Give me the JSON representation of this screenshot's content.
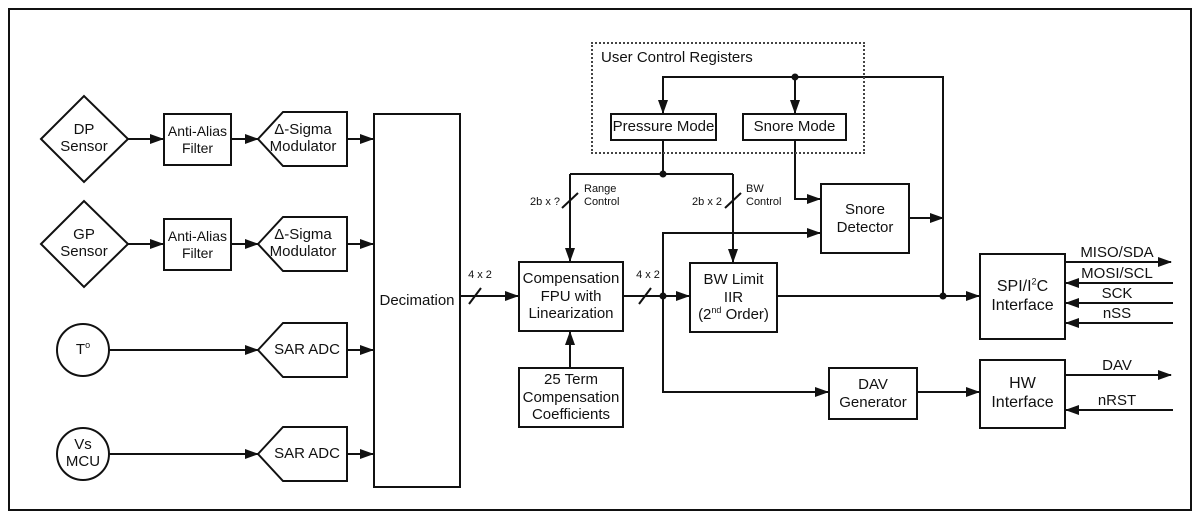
{
  "diagram": {
    "sources": {
      "dp": {
        "line1": "DP",
        "line2": "Sensor"
      },
      "gp": {
        "line1": "GP",
        "line2": "Sensor"
      },
      "temp": {
        "base": "T",
        "sup": "o"
      },
      "vs": {
        "line1": "Vs",
        "line2": "MCU"
      }
    },
    "blocks": {
      "anti_alias": {
        "line1": "Anti-Alias",
        "line2": "Filter"
      },
      "delta_sigma": {
        "line1": "Δ-Sigma",
        "line2": "Modulator"
      },
      "sar_adc": {
        "label": "SAR ADC"
      },
      "decimation": {
        "label": "Decimation"
      },
      "comp_fpu": {
        "line1": "Compensation",
        "line2": "FPU with",
        "line3": "Linearization"
      },
      "coeffs": {
        "line1": "25 Term",
        "line2": "Compensation",
        "line3": "Coefficients"
      },
      "bw_iir": {
        "line1": "BW Limit",
        "line2": "IIR",
        "line3_pre": "(2",
        "line3_sup": "nd",
        "line3_post": " Order)"
      },
      "snore_detector": {
        "line1": "Snore",
        "line2": "Detector"
      },
      "dav_generator": {
        "line1": "DAV",
        "line2": "Generator"
      },
      "spi_interface": {
        "line1_pre": "SPI/I",
        "line1_sup": "2",
        "line1_post": "C",
        "line2": "Interface"
      },
      "hw_interface": {
        "line1": "HW",
        "line2": "Interface"
      },
      "pressure_mode": {
        "label": "Pressure Mode"
      },
      "snore_mode": {
        "label": "Snore Mode"
      },
      "ucr": {
        "title": "User Control Registers"
      }
    },
    "bus_labels": {
      "dec_to_fpu": "4 x 2",
      "fpu_to_iir": "4 x 2",
      "range_bits": "2b x ?",
      "bw_bits": "2b x 2",
      "range_ctrl_line1": "Range",
      "range_ctrl_line2": "Control",
      "bw_ctrl_line1": "BW",
      "bw_ctrl_line2": "Control"
    },
    "signals": {
      "miso": "MISO/SDA",
      "mosi": "MOSI/SCL",
      "sck": "SCK",
      "nss": "nSS",
      "dav": "DAV",
      "nrst": "nRST"
    },
    "colors": {
      "line": "#111111",
      "background": "#ffffff"
    }
  }
}
